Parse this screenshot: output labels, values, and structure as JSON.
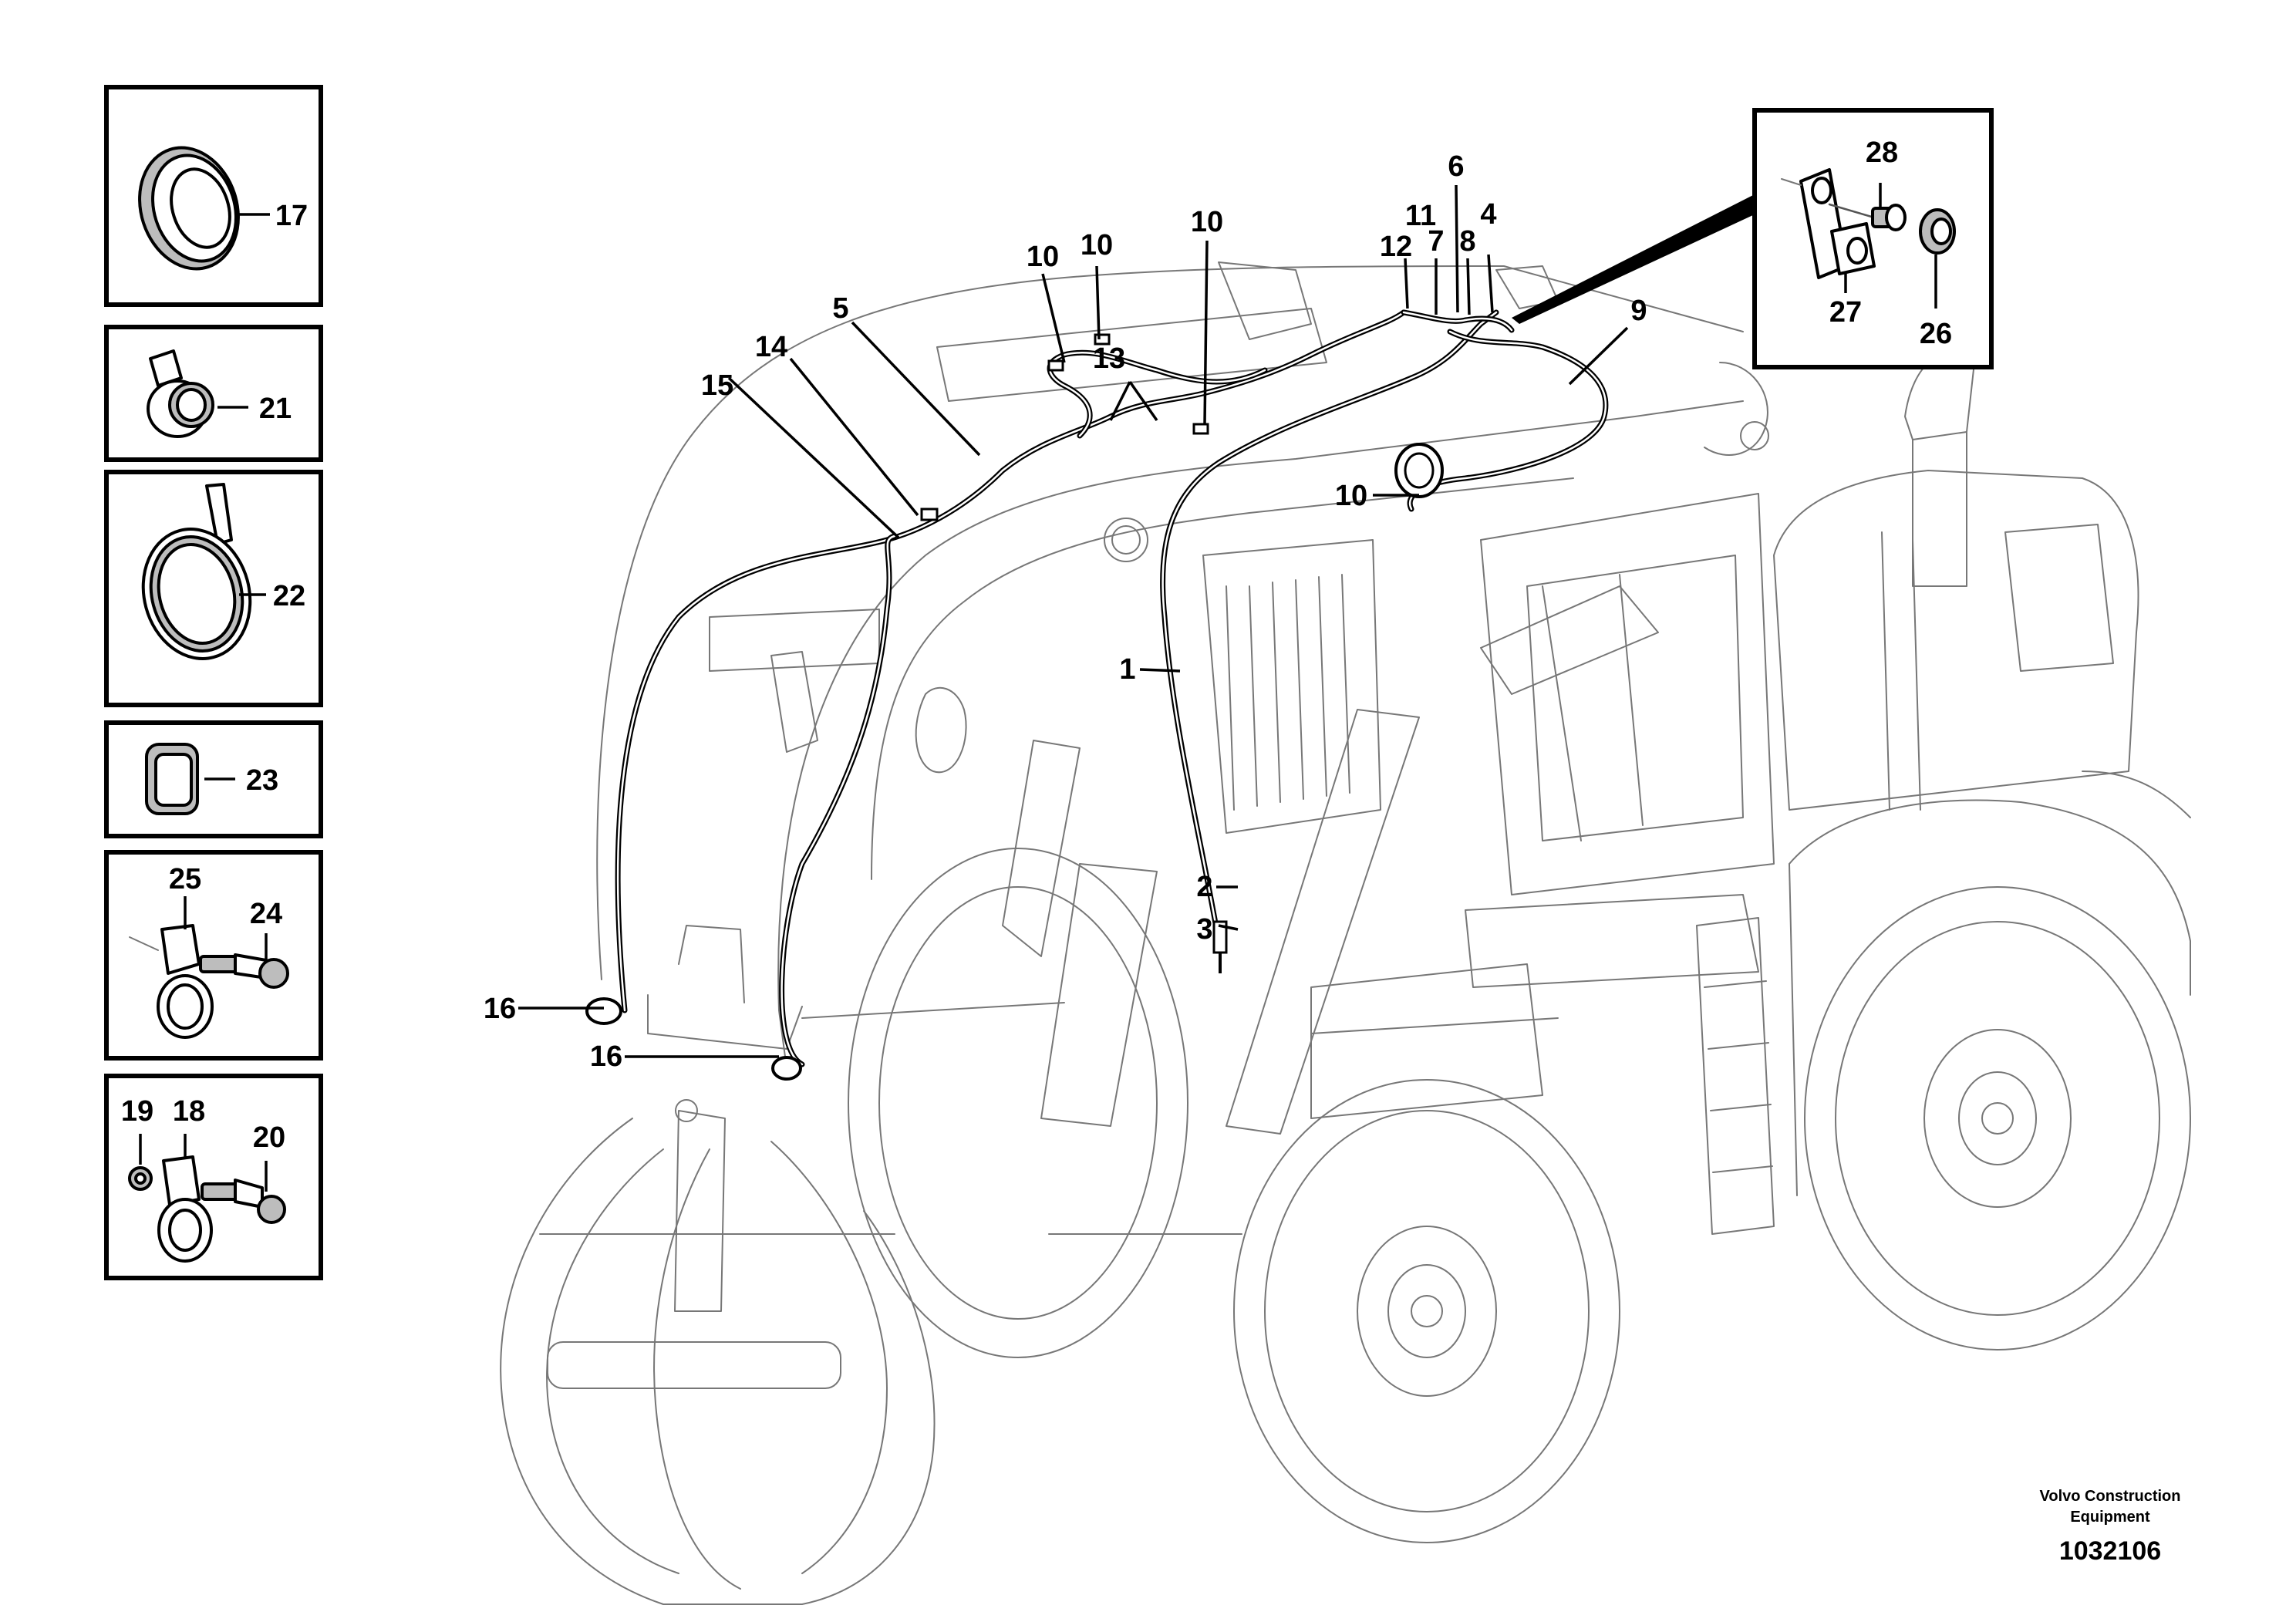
{
  "diagram": {
    "callouts": {
      "c1": "1",
      "c2": "2",
      "c3": "3",
      "c4": "4",
      "c5": "5",
      "c6": "6",
      "c7": "7",
      "c8": "8",
      "c9": "9",
      "c10": "10",
      "c11": "11",
      "c12": "12",
      "c13": "13",
      "c14": "14",
      "c15": "15",
      "c16": "16",
      "c17": "17",
      "c18": "18",
      "c19": "19",
      "c20": "20",
      "c21": "21",
      "c22": "22",
      "c23": "23",
      "c24": "24",
      "c25": "25",
      "c26": "26",
      "c27": "27",
      "c28": "28"
    },
    "footer": {
      "company_line1": "Volvo Construction",
      "company_line2": "Equipment",
      "doc_number": "1032106"
    }
  }
}
